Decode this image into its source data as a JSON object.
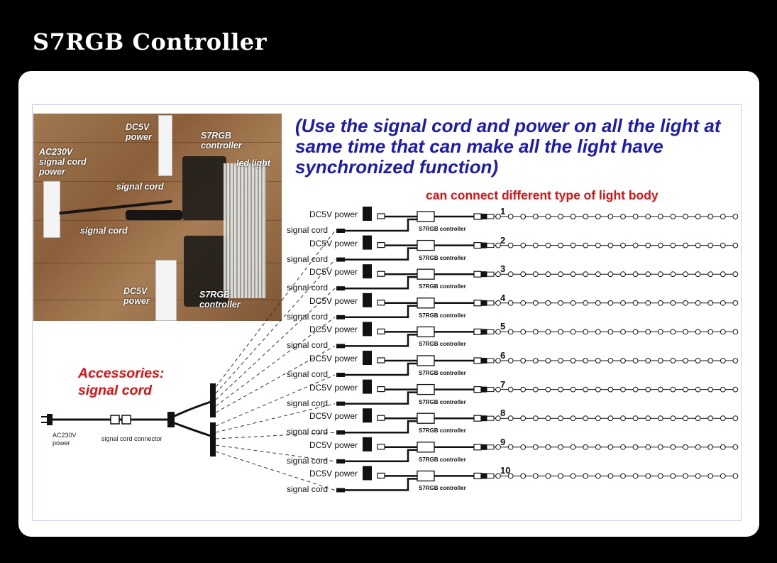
{
  "page": {
    "title": "S7RGB Controller"
  },
  "photo": {
    "labels": {
      "dc5v_top": "DC5V\npower",
      "s7rgb_top": "S7RGB\ncontroller",
      "ac230v": "AC230V\nsignal cord\npower",
      "led_light": "led light",
      "signal_cord_mid": "signal cord",
      "signal_cord_low": "signal cord",
      "dc5v_bottom": "DC5V\npower",
      "s7rgb_bottom": "S7RGB\ncontroller"
    }
  },
  "diagram": {
    "headline": "(Use the signal cord  and power on all the light at same time that can make all the light have synchronized function)",
    "subhead": "can connect different type of light body",
    "accessories": "Accessories:\nsignal cord",
    "ac_power": "AC230V\npower",
    "connector": "signal cord connector",
    "power_label": "DC5V power",
    "signal_label": "signal cord",
    "controller_label": "S7RGB controller",
    "rows": [
      {
        "num": "1"
      },
      {
        "num": "2"
      },
      {
        "num": "3"
      },
      {
        "num": "4"
      },
      {
        "num": "5"
      },
      {
        "num": "6"
      },
      {
        "num": "7"
      },
      {
        "num": "8"
      },
      {
        "num": "9"
      },
      {
        "num": "10"
      }
    ]
  }
}
